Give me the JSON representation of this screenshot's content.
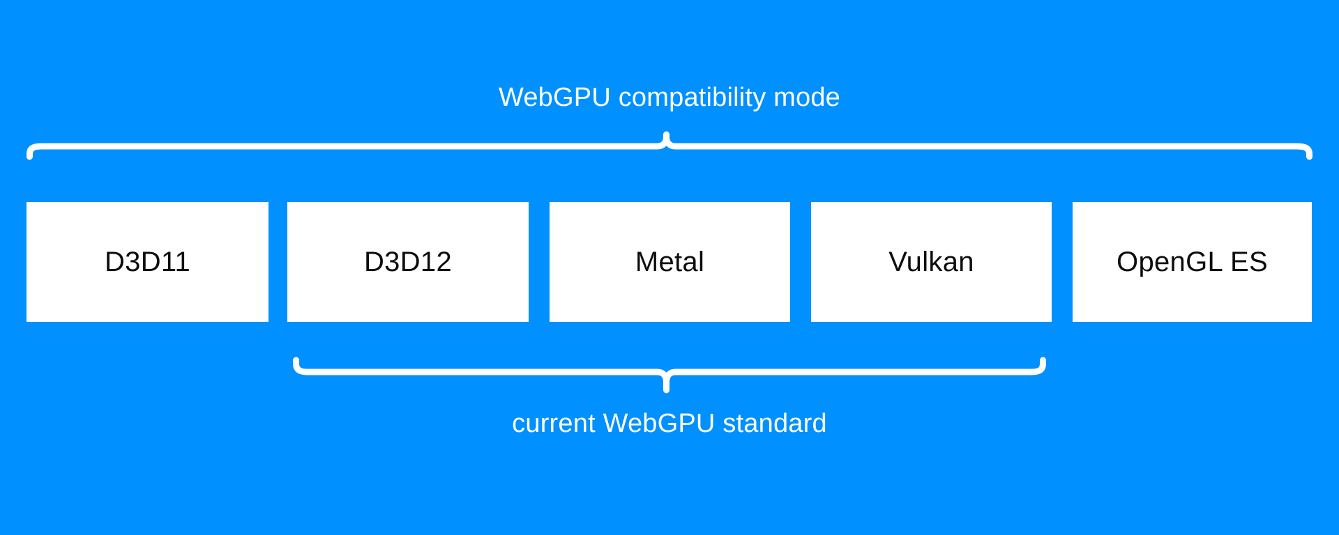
{
  "diagram": {
    "title": "WebGPU compatibility mode",
    "background_color": "#0090ff",
    "box_fill_color": "#ffffff",
    "box_text_color": "#0d0d0d",
    "brace_color": "#ffffff",
    "top_group": {
      "label": "WebGPU compatibility mode",
      "covers": [
        "D3D11",
        "D3D12",
        "Metal",
        "Vulkan",
        "OpenGL ES"
      ]
    },
    "bottom_group": {
      "label": "current WebGPU standard",
      "covers": [
        "D3D12",
        "Metal",
        "Vulkan"
      ]
    },
    "boxes": [
      {
        "label": "D3D11"
      },
      {
        "label": "D3D12"
      },
      {
        "label": "Metal"
      },
      {
        "label": "Vulkan"
      },
      {
        "label": "OpenGL ES"
      }
    ]
  }
}
